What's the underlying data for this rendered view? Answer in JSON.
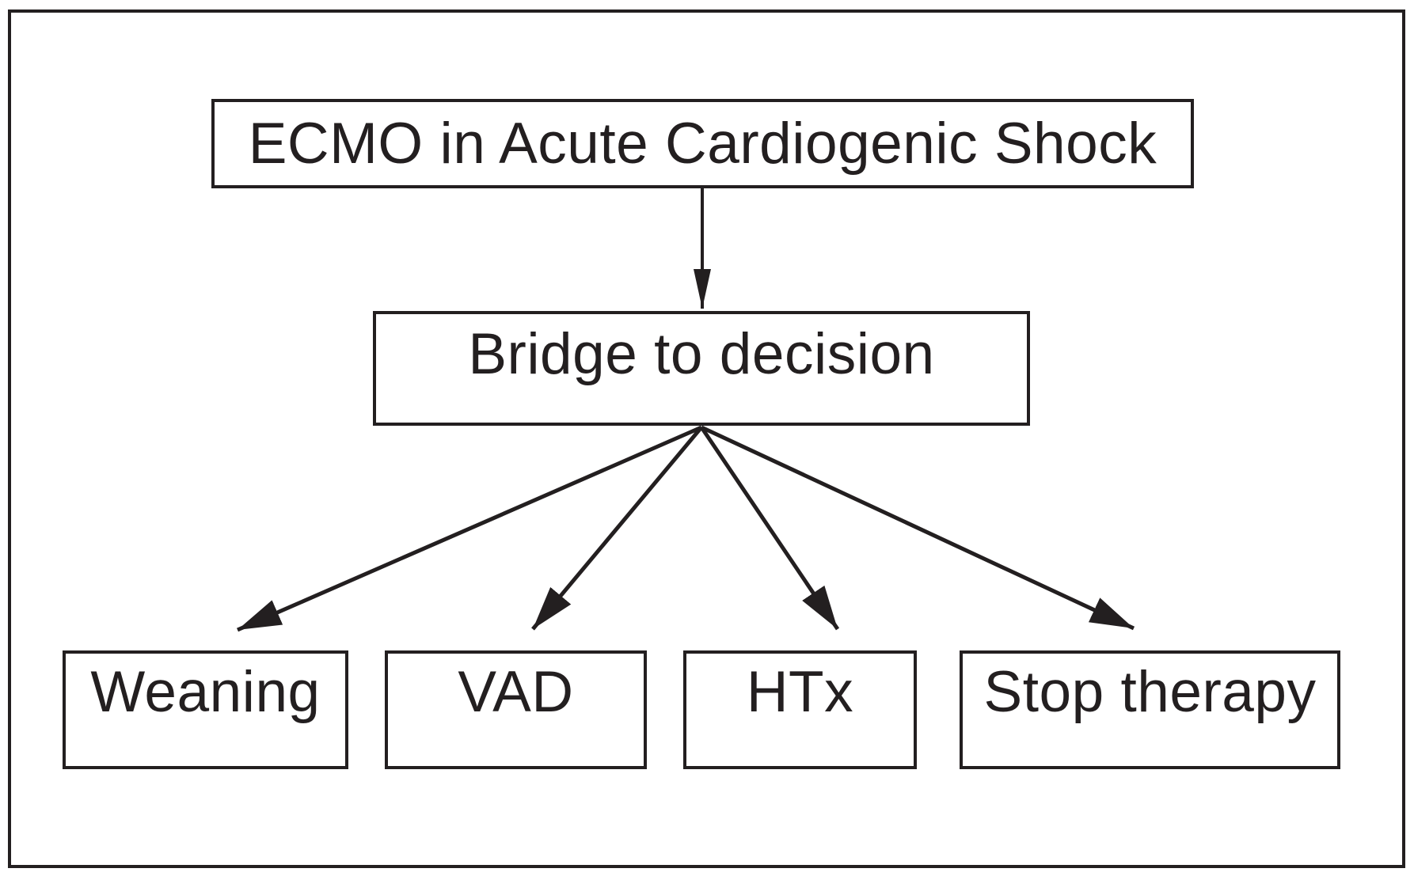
{
  "diagram": {
    "type": "flowchart",
    "colors": {
      "line": "#231f20",
      "background": "#ffffff"
    },
    "title_box": {
      "label": "ECMO in Acute Cardiogenic Shock"
    },
    "decision_box": {
      "label": "Bridge to decision"
    },
    "outcome_boxes": [
      {
        "label": "Weaning"
      },
      {
        "label": "VAD"
      },
      {
        "label": "HTx"
      },
      {
        "label": "Stop therapy"
      }
    ],
    "connections": [
      {
        "from": "ECMO in Acute Cardiogenic Shock",
        "to": "Bridge to decision"
      },
      {
        "from": "Bridge to decision",
        "to": "Weaning"
      },
      {
        "from": "Bridge to decision",
        "to": "VAD"
      },
      {
        "from": "Bridge to decision",
        "to": "HTx"
      },
      {
        "from": "Bridge to decision",
        "to": "Stop therapy"
      }
    ]
  }
}
